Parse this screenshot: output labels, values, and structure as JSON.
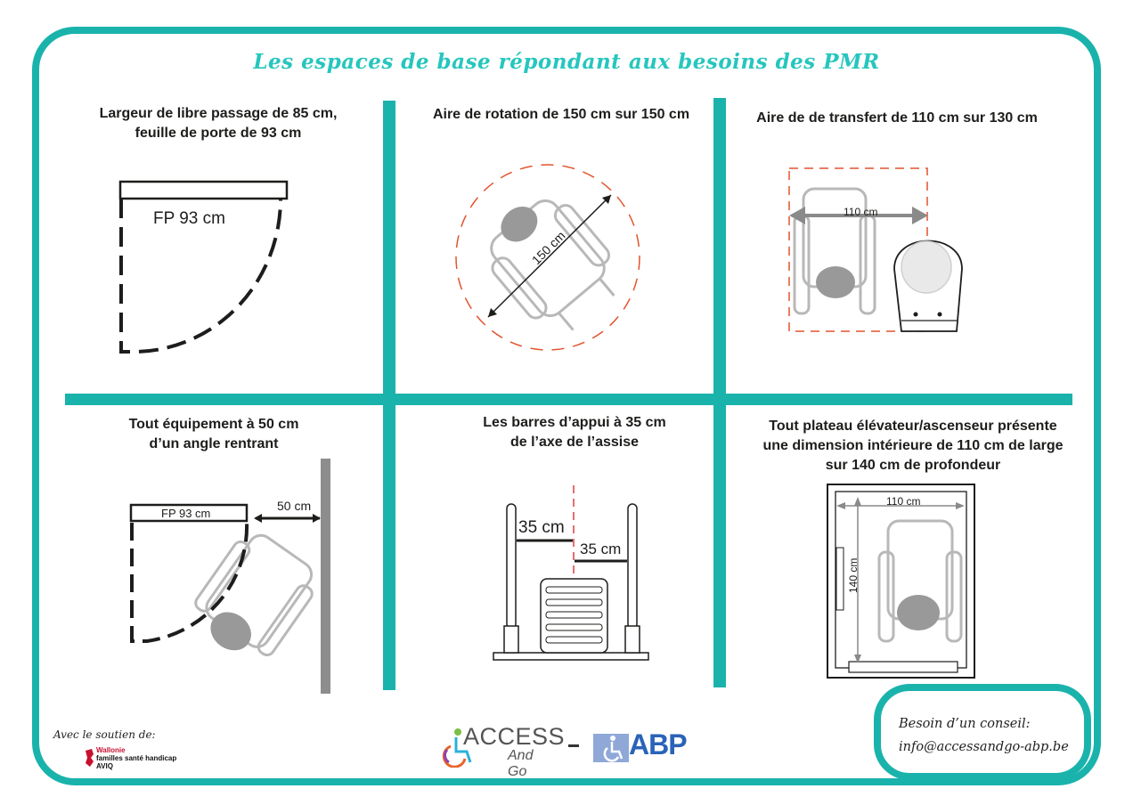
{
  "title": "Les espaces de base répondant aux besoins des PMR",
  "panels": {
    "door": {
      "caption_line1": "Largeur de libre passage de 85 cm,",
      "caption_line2": "feuille de porte de 93 cm",
      "label": "FP 93 cm"
    },
    "rotation": {
      "caption": "Aire de rotation de 150 cm sur 150 cm",
      "label": "150 cm"
    },
    "transfer": {
      "caption": "Aire de de transfert de 110 cm sur 130 cm",
      "label": "110 cm"
    },
    "equipment": {
      "caption_line1": "Tout équipement à 50 cm",
      "caption_line2": "d’un angle rentrant",
      "door_label": "FP 93 cm",
      "distance_label": "50 cm"
    },
    "bars": {
      "caption_line1": "Les barres d’appui à 35 cm",
      "caption_line2": "de l’axe de l’assise",
      "left_label": "35 cm",
      "right_label": "35 cm"
    },
    "lift": {
      "caption_line1": "Tout plateau élévateur/ascenseur présente",
      "caption_line2": "une dimension intérieure de 110 cm de large",
      "caption_line3": "sur 140 cm de profondeur",
      "width_label": "110 cm",
      "depth_label": "140 cm"
    }
  },
  "footer": {
    "support_label": "Avec le soutien de:",
    "aviq_line1": "Wallonie",
    "aviq_line2": "familles santé handicap",
    "aviq_line3": "AVIQ",
    "access_logo_text": "ACCESS",
    "access_logo_sub": "And Go",
    "abp_logo_text": "ABP",
    "contact_line1": "Besoin d’un conseil:",
    "contact_line2": "info@accessandgo-abp.be"
  },
  "colors": {
    "accent": "#1ab3ac",
    "title": "#26c6be",
    "dash_red": "#e2542e",
    "abp_blue": "#2a63b8"
  }
}
